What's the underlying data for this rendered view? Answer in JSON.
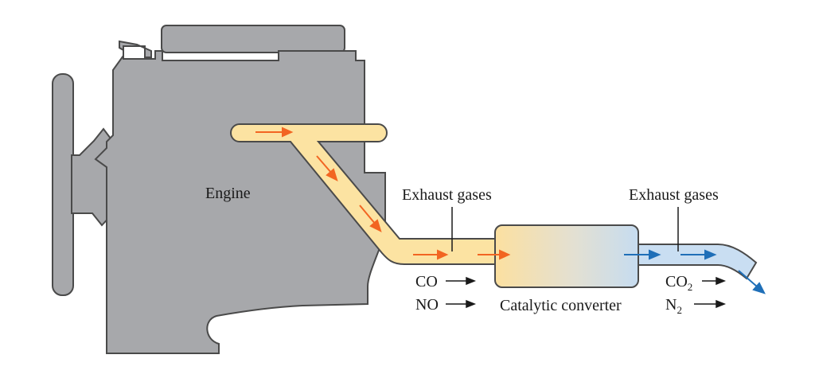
{
  "labels": {
    "engine": "Engine",
    "exhaust_gases_in": "Exhaust gases",
    "exhaust_gases_out": "Exhaust gases",
    "converter": "Catalytic converter"
  },
  "inputs": {
    "co": "CO",
    "no": "NO"
  },
  "outputs": {
    "co2_base": "CO",
    "co2_sub": "2",
    "n2_base": "N",
    "n2_sub": "2"
  },
  "colors": {
    "engine": "#a7a8ab",
    "hot_pipe": "#fce3a2",
    "cool_pipe": "#c9def2",
    "hot_arrow": "#f26522",
    "cool_arrow": "#1f6fb8",
    "outline": "#4a4a4a"
  }
}
